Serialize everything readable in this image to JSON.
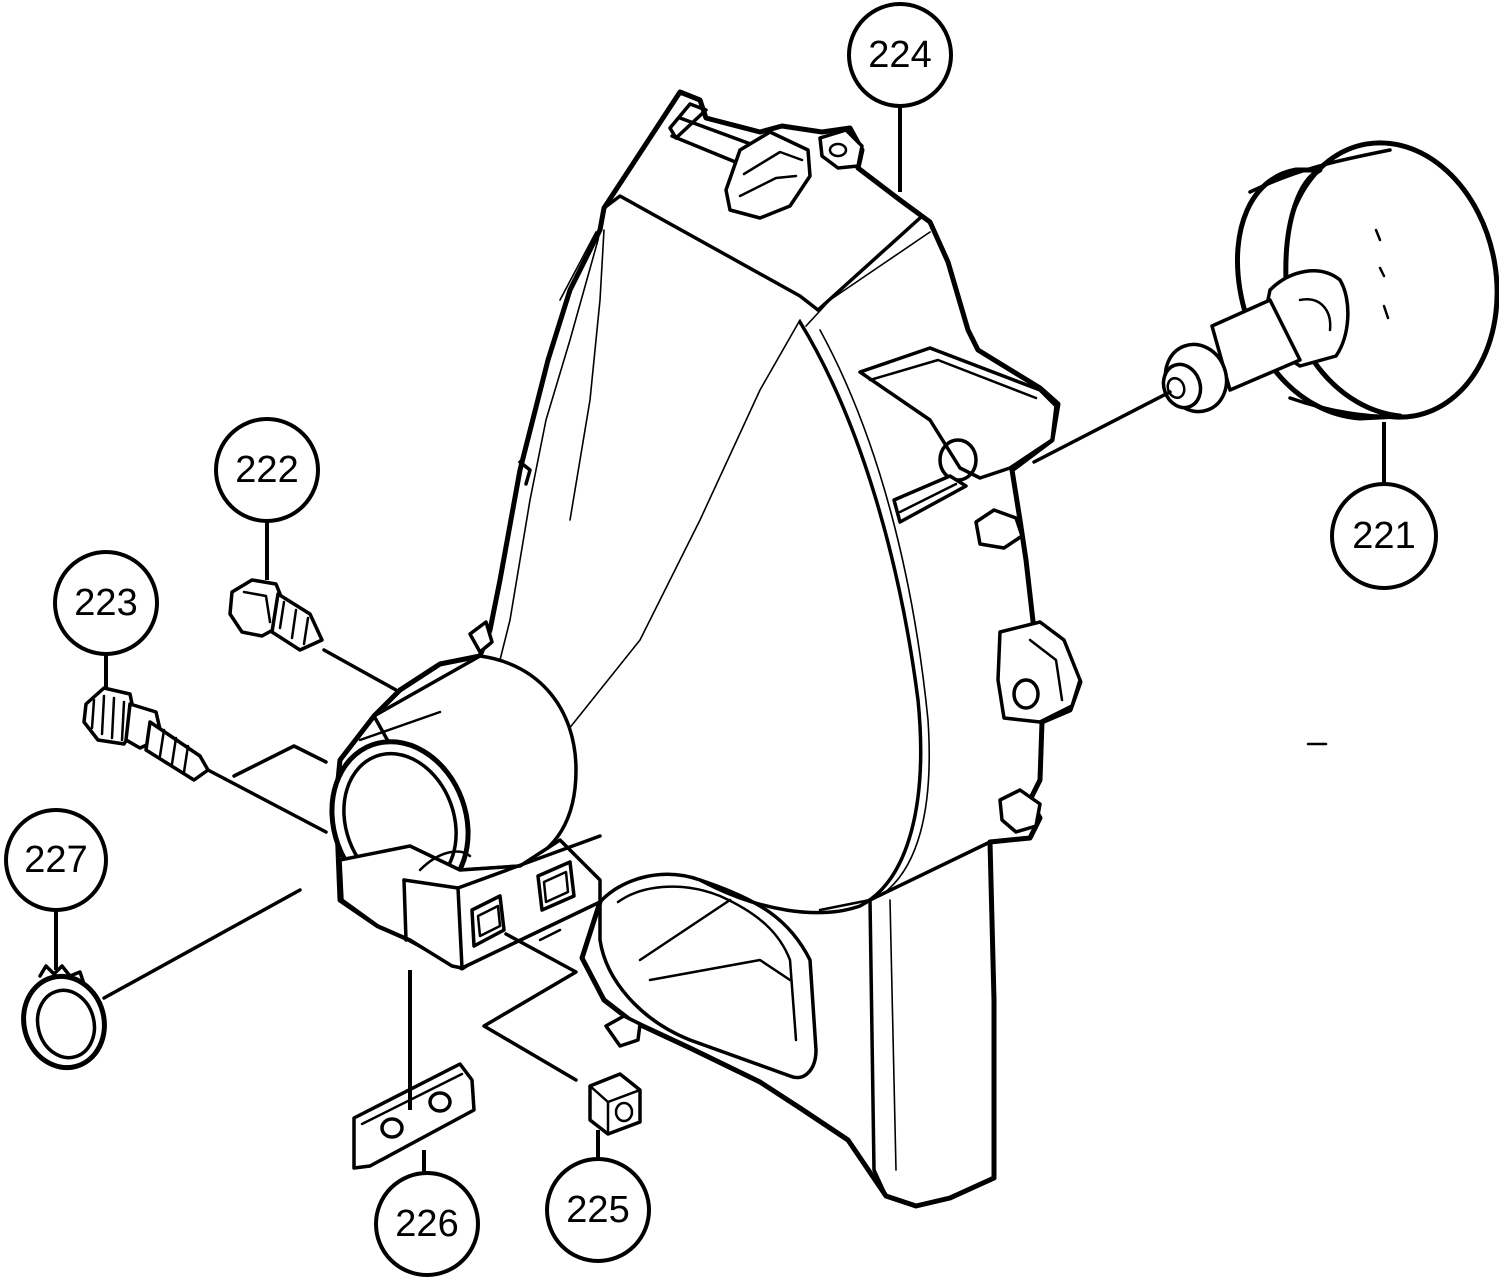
{
  "callouts": [
    {
      "id": "c221",
      "label": "221"
    },
    {
      "id": "c222",
      "label": "222"
    },
    {
      "id": "c223",
      "label": "223"
    },
    {
      "id": "c224",
      "label": "224"
    },
    {
      "id": "c225",
      "label": "225"
    },
    {
      "id": "c226",
      "label": "226"
    },
    {
      "id": "c227",
      "label": "227"
    }
  ]
}
